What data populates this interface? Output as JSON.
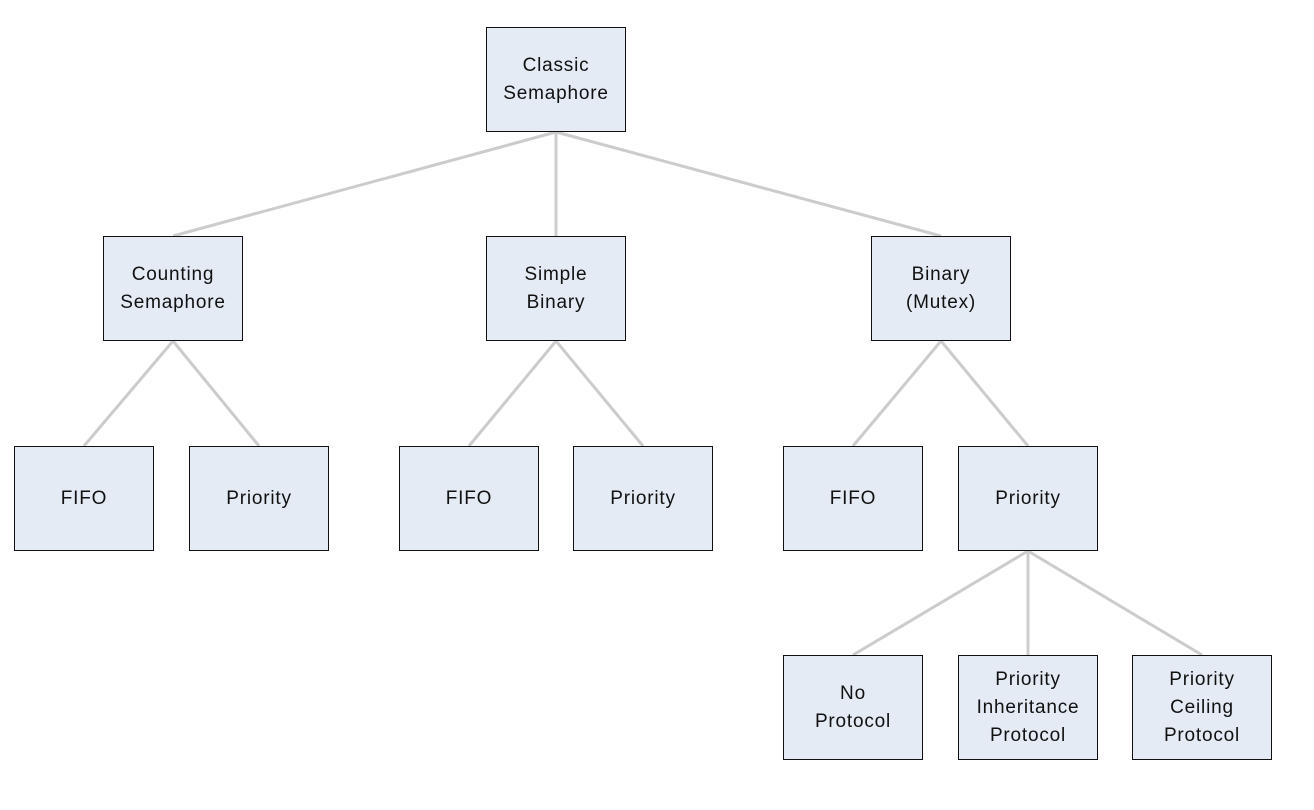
{
  "diagram": {
    "nodes": {
      "classic": {
        "label": "Classic\nSemaphore"
      },
      "counting": {
        "label": "Counting\nSemaphore"
      },
      "simple": {
        "label": "Simple\nBinary"
      },
      "binary": {
        "label": "Binary\n(Mutex)"
      },
      "fifo_counting": {
        "label": "FIFO"
      },
      "priority_counting": {
        "label": "Priority"
      },
      "fifo_simple": {
        "label": "FIFO"
      },
      "priority_simple": {
        "label": "Priority"
      },
      "fifo_binary": {
        "label": "FIFO"
      },
      "priority_binary": {
        "label": "Priority"
      },
      "no_protocol": {
        "label": "No\nProtocol"
      },
      "priority_inheritance": {
        "label": "Priority\nInheritance\nProtocol"
      },
      "priority_ceiling": {
        "label": "Priority\nCeiling\nProtocol"
      }
    },
    "edges": [
      [
        "classic",
        "counting"
      ],
      [
        "classic",
        "simple"
      ],
      [
        "classic",
        "binary"
      ],
      [
        "counting",
        "fifo_counting"
      ],
      [
        "counting",
        "priority_counting"
      ],
      [
        "simple",
        "fifo_simple"
      ],
      [
        "simple",
        "priority_simple"
      ],
      [
        "binary",
        "fifo_binary"
      ],
      [
        "binary",
        "priority_binary"
      ],
      [
        "priority_binary",
        "no_protocol"
      ],
      [
        "priority_binary",
        "priority_inheritance"
      ],
      [
        "priority_binary",
        "priority_ceiling"
      ]
    ],
    "colors": {
      "node_fill": "#e4ebf5",
      "node_border": "#111111",
      "connector": "#cccccc",
      "text": "#111111",
      "background": "#ffffff"
    }
  }
}
